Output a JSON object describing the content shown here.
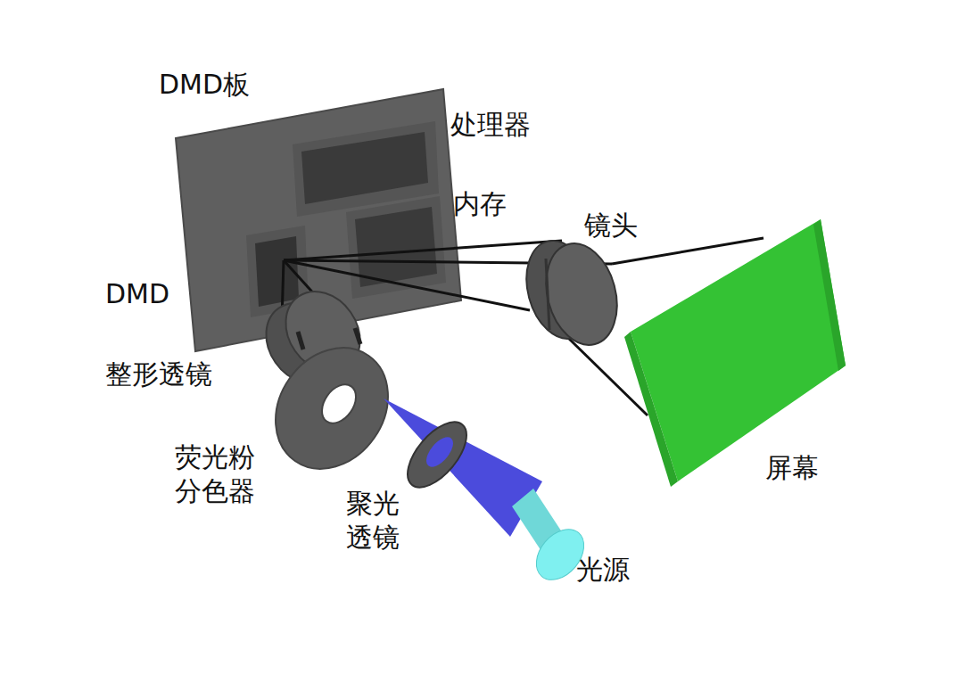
{
  "diagram": {
    "labels": [
      "DMD板",
      "处理器",
      "内存",
      "DMD",
      "镜头",
      "屏幕",
      "整形透镜",
      "荧光粉 分色器",
      "聚光 透镜",
      "光源"
    ]
  }
}
